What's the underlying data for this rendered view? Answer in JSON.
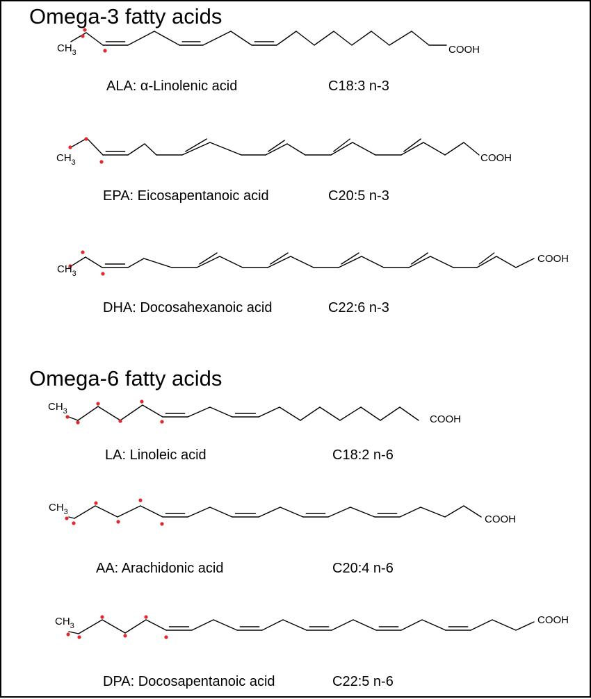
{
  "sections": [
    {
      "heading": "Omega-3 fatty acids"
    },
    {
      "heading": "Omega-6 fatty acids"
    }
  ],
  "molecules": [
    {
      "name": "ALA: α-Linolenic acid",
      "formula": "C18:3 n-3",
      "methyl": {
        "main": "CH",
        "sub": "3"
      },
      "acid_group": "COOH",
      "carbons": 18,
      "double_bonds": 3,
      "omega": 3
    },
    {
      "name": "EPA: Eicosapentanoic acid",
      "formula": "C20:5 n-3",
      "methyl": {
        "main": "CH",
        "sub": "3"
      },
      "acid_group": "COOH",
      "carbons": 20,
      "double_bonds": 5,
      "omega": 3
    },
    {
      "name": "DHA: Docosahexanoic acid",
      "formula": "C22:6 n-3",
      "methyl": {
        "main": "CH",
        "sub": "3"
      },
      "acid_group": "COOH",
      "carbons": 22,
      "double_bonds": 6,
      "omega": 3
    },
    {
      "name": "LA: Linoleic acid",
      "formula": "C18:2 n-6",
      "methyl": {
        "main": "CH",
        "sub": "3"
      },
      "acid_group": "COOH",
      "carbons": 18,
      "double_bonds": 2,
      "omega": 6
    },
    {
      "name": "AA: Arachidonic acid",
      "formula": "C20:4 n-6",
      "methyl": {
        "main": "CH",
        "sub": "3"
      },
      "acid_group": "COOH",
      "carbons": 20,
      "double_bonds": 4,
      "omega": 6
    },
    {
      "name": "DPA: Docosapentanoic acid",
      "formula": "C22:5 n-6",
      "methyl": {
        "main": "CH",
        "sub": "3"
      },
      "acid_group": "COOH",
      "carbons": 22,
      "double_bonds": 5,
      "omega": 6
    }
  ],
  "colors": {
    "line": "#000000",
    "marker": "#e0282e",
    "text": "#000000",
    "background": "#ffffff"
  }
}
